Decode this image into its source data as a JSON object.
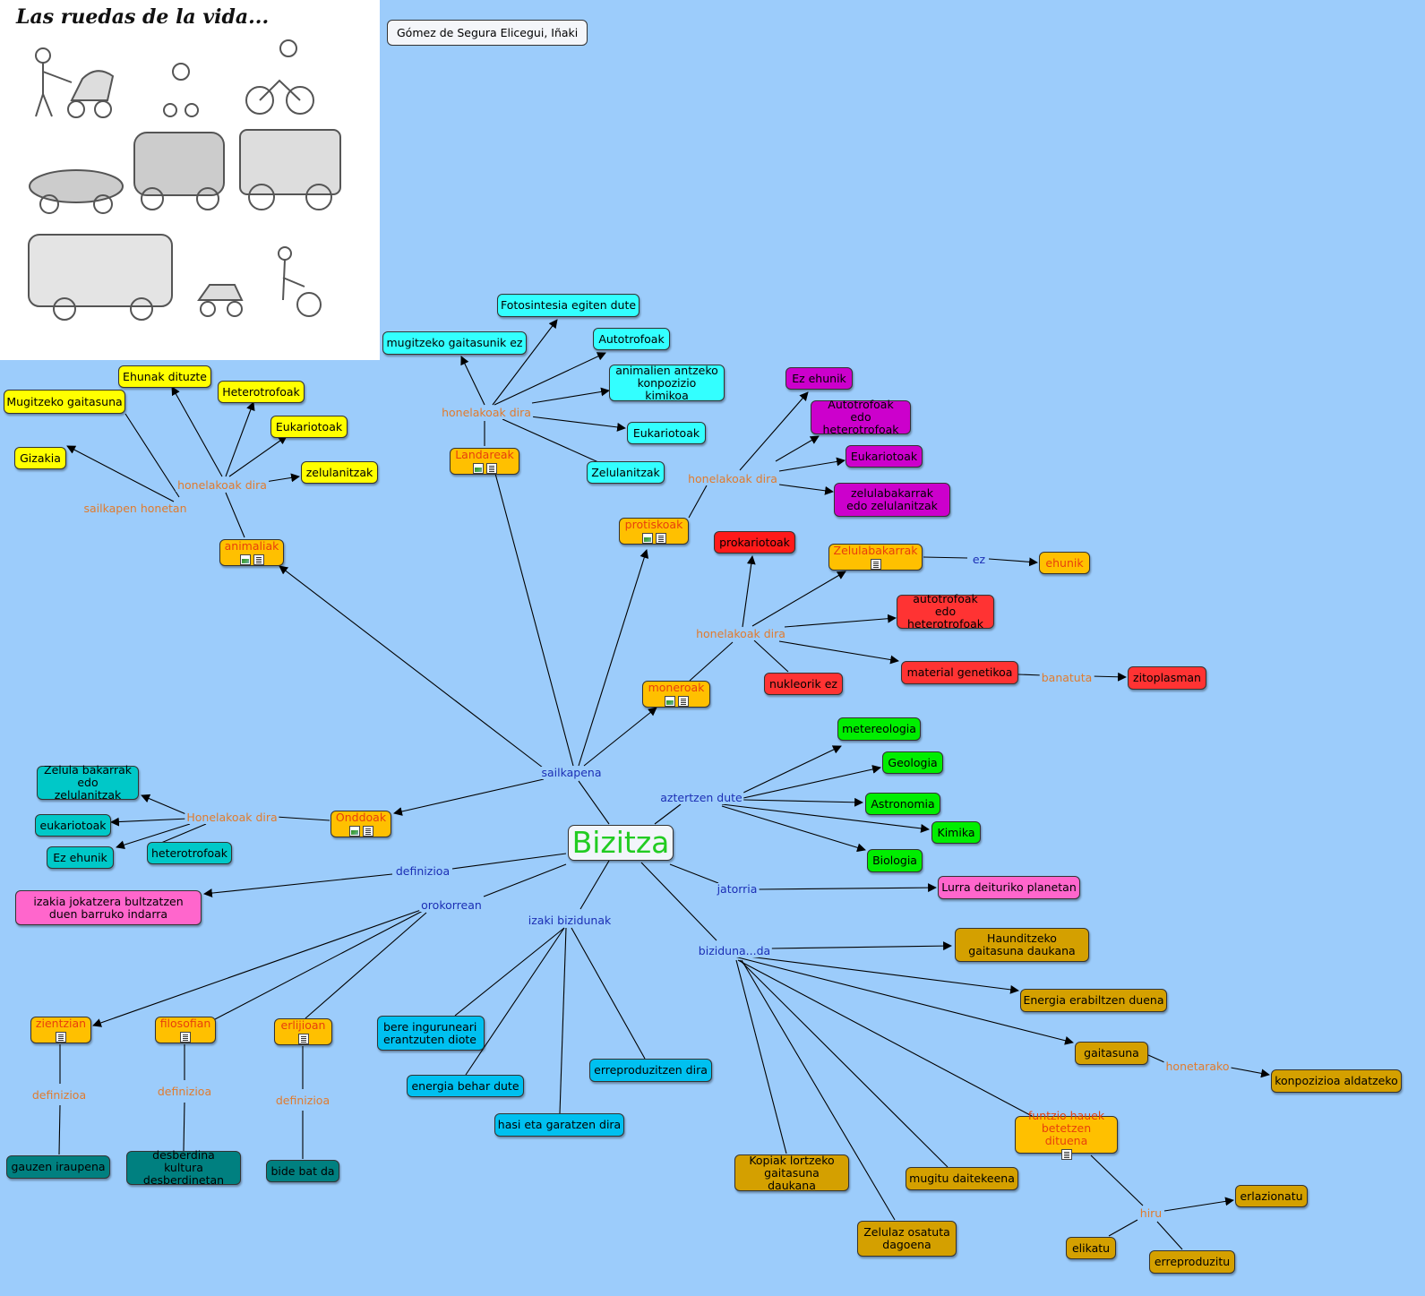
{
  "header": {
    "image_caption": "Las ruedas de la vida...",
    "author": "Gómez de Segura Elicegui, Iñaki"
  },
  "colors": {
    "yellow": "#ffff00",
    "cyan": "#33ffff",
    "orange": "#ffc000",
    "magenta": "#cc00cc",
    "red": "#ff3333",
    "green": "#00ee00",
    "teal": "#00c8c8",
    "pink": "#ff66cc",
    "blue": "#00c0f0",
    "gold": "#d4a000",
    "darkteal": "#008080"
  },
  "nodes": {
    "center": "Bizitza",
    "animaliak": "animaliak",
    "landareak": "Landareak",
    "protiskoak": "protiskoak",
    "moneroak": "moneroak",
    "onddoak": "Onddoak",
    "gizakia": "Gizakia",
    "mugitzeko": "Mugitzeko gaitasuna",
    "ehunak": "Ehunak dituzte",
    "heterotrofoak_a": "Heterotrofoak",
    "eukariotoak_a": "Eukariotoak",
    "zelulanitzak_a": "zelulanitzak",
    "fotosintesia": "Fotosintesia egiten dute",
    "mugitzeko_ez": "mugitzeko gaitasunik ez",
    "autotrofoak_l": "Autotrofoak",
    "animalien": "animalien antzeko konpozizio kimikoa",
    "eukariotoak_l": "Eukariotoak",
    "zelulanitzak_l": "Zelulanitzak",
    "ez_ehunik": "Ez ehunik",
    "autotrofoak_edo_p": "Autotrofoak edo heterotrofoak",
    "eukariotoak_p": "Eukariotoak",
    "zelulabakarrak_edo": "zelulabakarrak edo zelulanitzak",
    "prokariotoak": "prokariotoak",
    "zelulabakarrak": "Zelulabakarrak",
    "ehunik": "ehunik",
    "autotrofoak_edo_m": "autotrofoak edo heterotrofoak",
    "material": "material genetikoa",
    "zitoplasman": "zitoplasman",
    "nukleorik": "nukleorik ez",
    "zelula_bakarrak": "Zelula bakarrak edo zelulanitzak",
    "eukariotoak_o": "eukariotoak",
    "ez_ehunik_o": "Ez ehunik",
    "heterotrofoak_o": "heterotrofoak",
    "metereologia": "metereologia",
    "geologia": "Geologia",
    "astronomia": "Astronomia",
    "kimika": "Kimika",
    "biologia": "Biologia",
    "lurra": "Lurra deituriko planetan",
    "izakia": "izakia jokatzera bultzatzen duen barruko indarra",
    "zientzian": "zientzian",
    "filosofian": "filosofian",
    "erlijioan": "erlijioan",
    "gauzen": "gauzen iraupena",
    "desberdina": "desberdina kultura desberdinetan",
    "bide": "bide bat da",
    "bere": "bere inguruneari erantzuten diote",
    "energia_behar": "energia behar dute",
    "hasi": "hasi eta garatzen dira",
    "erreproduzitzen": "erreproduzitzen dira",
    "haunditzeko": "Haunditzeko gaitasuna daukana",
    "energia_erabiltzen": "Energia erabiltzen duena",
    "gaitasuna": "gaitasuna",
    "konpozizioa": "konpozizioa aldatzeko",
    "funtzio": "funtzio hauek betetzen dituena",
    "kopiak": "Kopiak lortzeko gaitasuna daukana",
    "mugitu": "mugitu daitekeena",
    "zelulaz": "Zelulaz osatuta dagoena",
    "erlazionatu": "erlazionatu",
    "elikatu": "elikatu",
    "erreproduzitu": "erreproduzitu"
  },
  "links": {
    "sailkapena": "sailkapena",
    "sailkapen_honetan": "sailkapen honetan",
    "honelakoak_a": "honelakoak dira",
    "honelakoak_l": "honelakoak dira",
    "honelakoak_p": "honelakoak dira",
    "honelakoak_m": "honelakoak dira",
    "honelakoak_o": "Honelakoak dira",
    "ez": "ez",
    "banatuta": "banatuta",
    "aztertzen": "aztertzen dute",
    "definizioa_c": "definizioa",
    "jatorria": "jatorria",
    "orokorrean": "orokorrean",
    "izaki": "izaki bizidunak",
    "biziduna": "biziduna...da",
    "def_z": "definizioa",
    "def_f": "definizioa",
    "def_e": "definizioa",
    "honetarako": "honetarako",
    "hiru": "hiru"
  }
}
